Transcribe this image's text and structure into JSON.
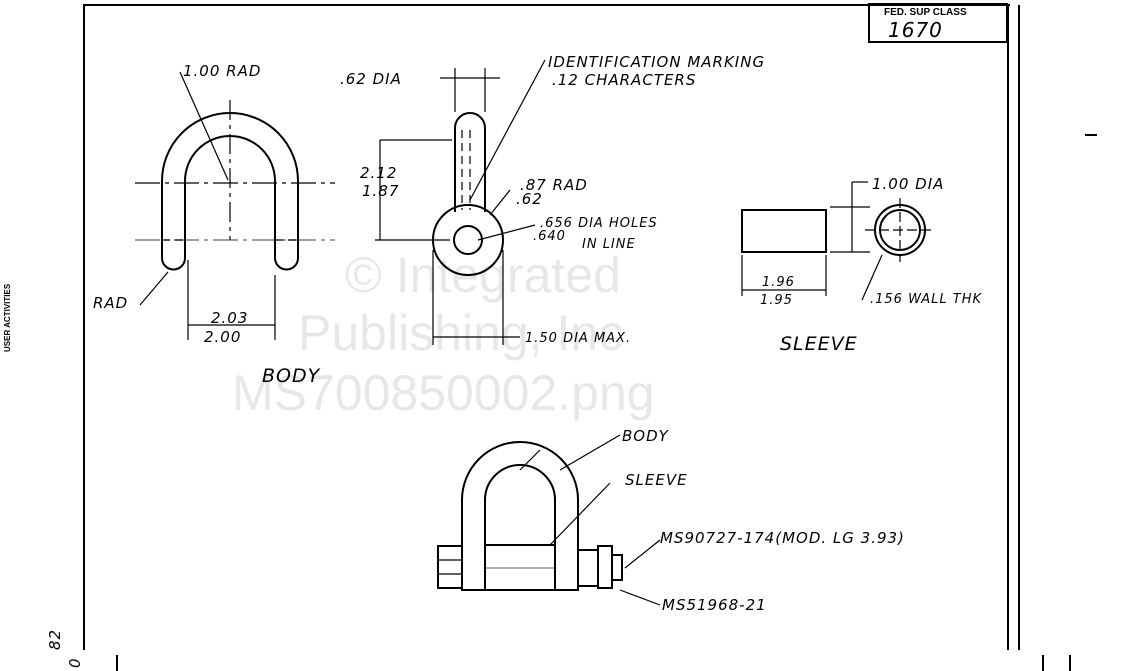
{
  "title_block": {
    "label": "FED. SUP CLASS",
    "value": "1670"
  },
  "margin": {
    "user_activities": "USER ACTIVITIES",
    "mark1": "82",
    "mark2": "0"
  },
  "body_view": {
    "radius_label": "1.00 RAD",
    "rad_label": "RAD",
    "width_max": "2.03",
    "width_min": "2.00",
    "caption": "BODY"
  },
  "side_view": {
    "dia_label": ".62 DIA",
    "id_marking_line1": "IDENTIFICATION MARKING",
    "id_marking_line2": ".12 CHARACTERS",
    "height_max": "2.12",
    "height_min": "1.87",
    "rad_max": ".87 RAD",
    "rad_min": ".62",
    "hole_max": ".656 DIA HOLES",
    "hole_min": ".640",
    "hole_note": "IN LINE",
    "max_dia": "1.50 DIA MAX."
  },
  "sleeve_view": {
    "dia_label": "1.00 DIA",
    "len_max": "1.96",
    "len_min": "1.95",
    "wall_label": ".156 WALL THK",
    "caption": "SLEEVE"
  },
  "assembly": {
    "body_label": "BODY",
    "sleeve_label": "SLEEVE",
    "bolt_label": "MS90727-174(MOD. LG 3.93)",
    "nut_label": "MS51968-21"
  },
  "watermark": {
    "line1": "© Integrated",
    "line2": "Publishing, Inc",
    "line3": "MS700850002.png"
  }
}
